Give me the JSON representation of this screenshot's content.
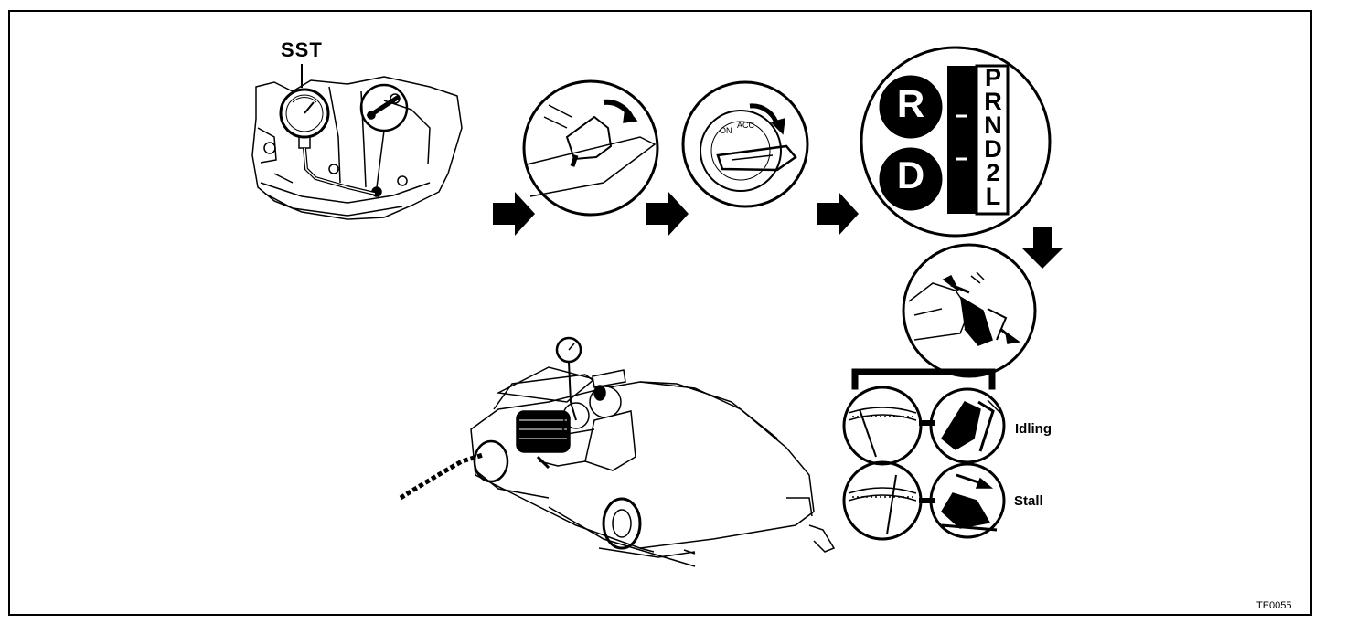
{
  "labels": {
    "sst": "SST",
    "idling": "Idling",
    "stall": "Stall",
    "figure_code": "TE0055"
  },
  "gear": {
    "r_marker": "R",
    "d_marker": "D",
    "selector_positions": [
      "P",
      "R",
      "N",
      "D",
      "2",
      "L"
    ]
  },
  "colors": {
    "ink": "#000000",
    "paper": "#ffffff"
  },
  "icons": [
    "right-arrow-icon",
    "down-arrow-icon",
    "pressure-gauge-icon"
  ]
}
